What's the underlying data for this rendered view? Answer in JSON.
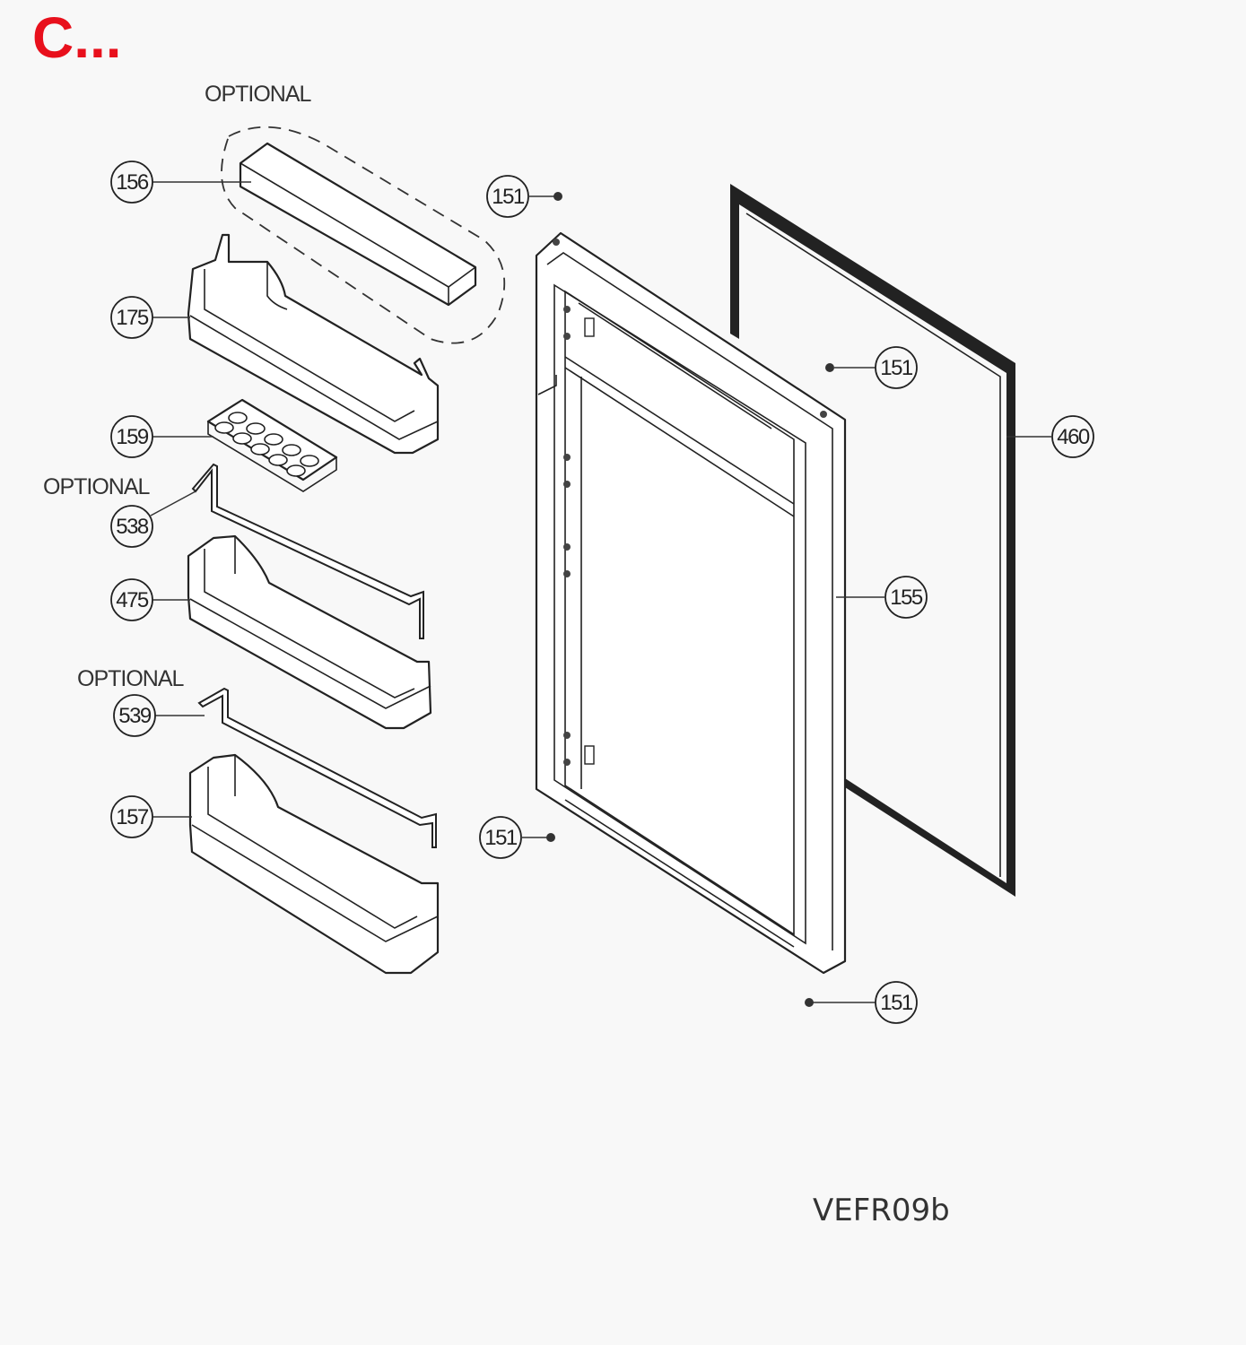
{
  "section_letter": "C...",
  "optional_labels": [
    "OPTIONAL",
    "OPTIONAL",
    "OPTIONAL"
  ],
  "callouts": {
    "c156": "156",
    "c175": "175",
    "c159": "159",
    "c538": "538",
    "c475": "475",
    "c539": "539",
    "c157": "157",
    "c151_top": "151",
    "c151_right": "151",
    "c151_left": "151",
    "c151_bottom": "151",
    "c460": "460",
    "c155": "155"
  },
  "diagram_code": "VEFR09b"
}
